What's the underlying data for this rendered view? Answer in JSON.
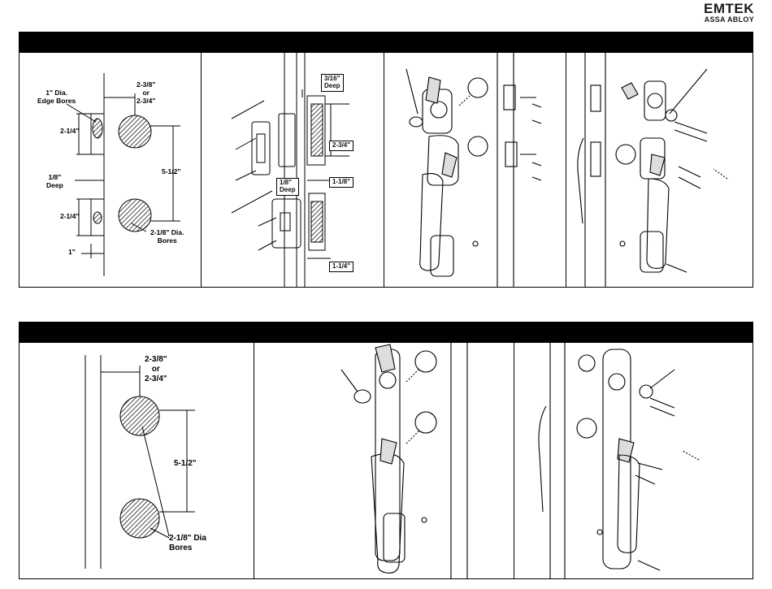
{
  "brand": {
    "name": "EMTEK",
    "sub": "ASSA ABLOY"
  },
  "panel1": {
    "edge_bores": "1\" Dia.\nEdge Bores",
    "backset": "2-3/8\"\nor\n2-3/4\"",
    "upper_h": "2-1/4\"",
    "deep": "1/8\"\nDeep",
    "lower_h": "2-1/4\"",
    "spacing": "5-1/2\"",
    "face_bores": "2-1/8\" Dia.\nBores",
    "edge_dist": "1\""
  },
  "panel2": {
    "deep1": "3/16\"\nDeep",
    "h1": "2-3/4\"",
    "deep2": "1/8\"\nDeep",
    "w1": "1-1/8\"",
    "w2": "1-1/4\""
  },
  "panel5": {
    "backset": "2-3/8\"\nor\n2-3/4\"",
    "spacing": "5-1/2\"",
    "bores": "2-1/8\" Dia\nBores"
  }
}
